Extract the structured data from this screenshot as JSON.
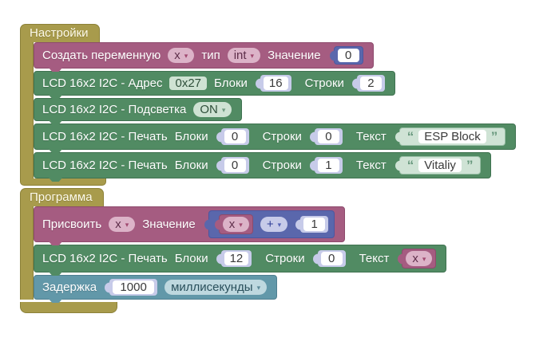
{
  "colors": {
    "wrapper_olive": "#a89b4c",
    "variables_purple": "#a55c81",
    "lcd_green": "#518b63",
    "math_blue": "#5a67ac",
    "number_socket_lavender": "#c7cbe9",
    "delay_teal": "#6298a9",
    "canvas_background": "#ffffff"
  },
  "glyphs": {
    "dropdown_arrow": "▾",
    "open_quote": "“",
    "close_quote": "”"
  },
  "workspace": {
    "settings": {
      "label": "Настройки",
      "blocks": {
        "create_variable": {
          "text_create": "Создать переменную",
          "var": "x",
          "text_type": "тип",
          "type": "int",
          "text_value": "Значение",
          "value": "0"
        },
        "lcd_address": {
          "label": "LCD 16x2 I2C - Адрес",
          "address": "0x27",
          "cols_label": "Блоки",
          "cols": "16",
          "rows_label": "Строки",
          "rows": "2"
        },
        "lcd_backlight": {
          "label": "LCD 16x2 I2C - Подсветка",
          "state": "ON"
        },
        "lcd_print_1": {
          "label": "LCD 16x2 I2C - Печать",
          "cols_label": "Блоки",
          "col": "0",
          "rows_label": "Строки",
          "row": "0",
          "text_label": "Текст",
          "text": "ESP Block"
        },
        "lcd_print_2": {
          "label": "LCD 16x2 I2C - Печать",
          "cols_label": "Блоки",
          "col": "0",
          "rows_label": "Строки",
          "row": "1",
          "text_label": "Текст",
          "text": "Vitaliy"
        }
      }
    },
    "program": {
      "label": "Программа",
      "blocks": {
        "assign": {
          "label": "Присвоить",
          "var": "x",
          "value_label": "Значение",
          "expr": {
            "var": "x",
            "operator": "+",
            "operand": "1"
          }
        },
        "lcd_print_3": {
          "label": "LCD 16x2 I2C - Печать",
          "cols_label": "Блоки",
          "col": "12",
          "rows_label": "Строки",
          "row": "0",
          "text_label": "Текст",
          "var": "x"
        },
        "delay": {
          "label": "Задержка",
          "duration": "1000",
          "unit": "миллисекунды"
        }
      }
    }
  }
}
